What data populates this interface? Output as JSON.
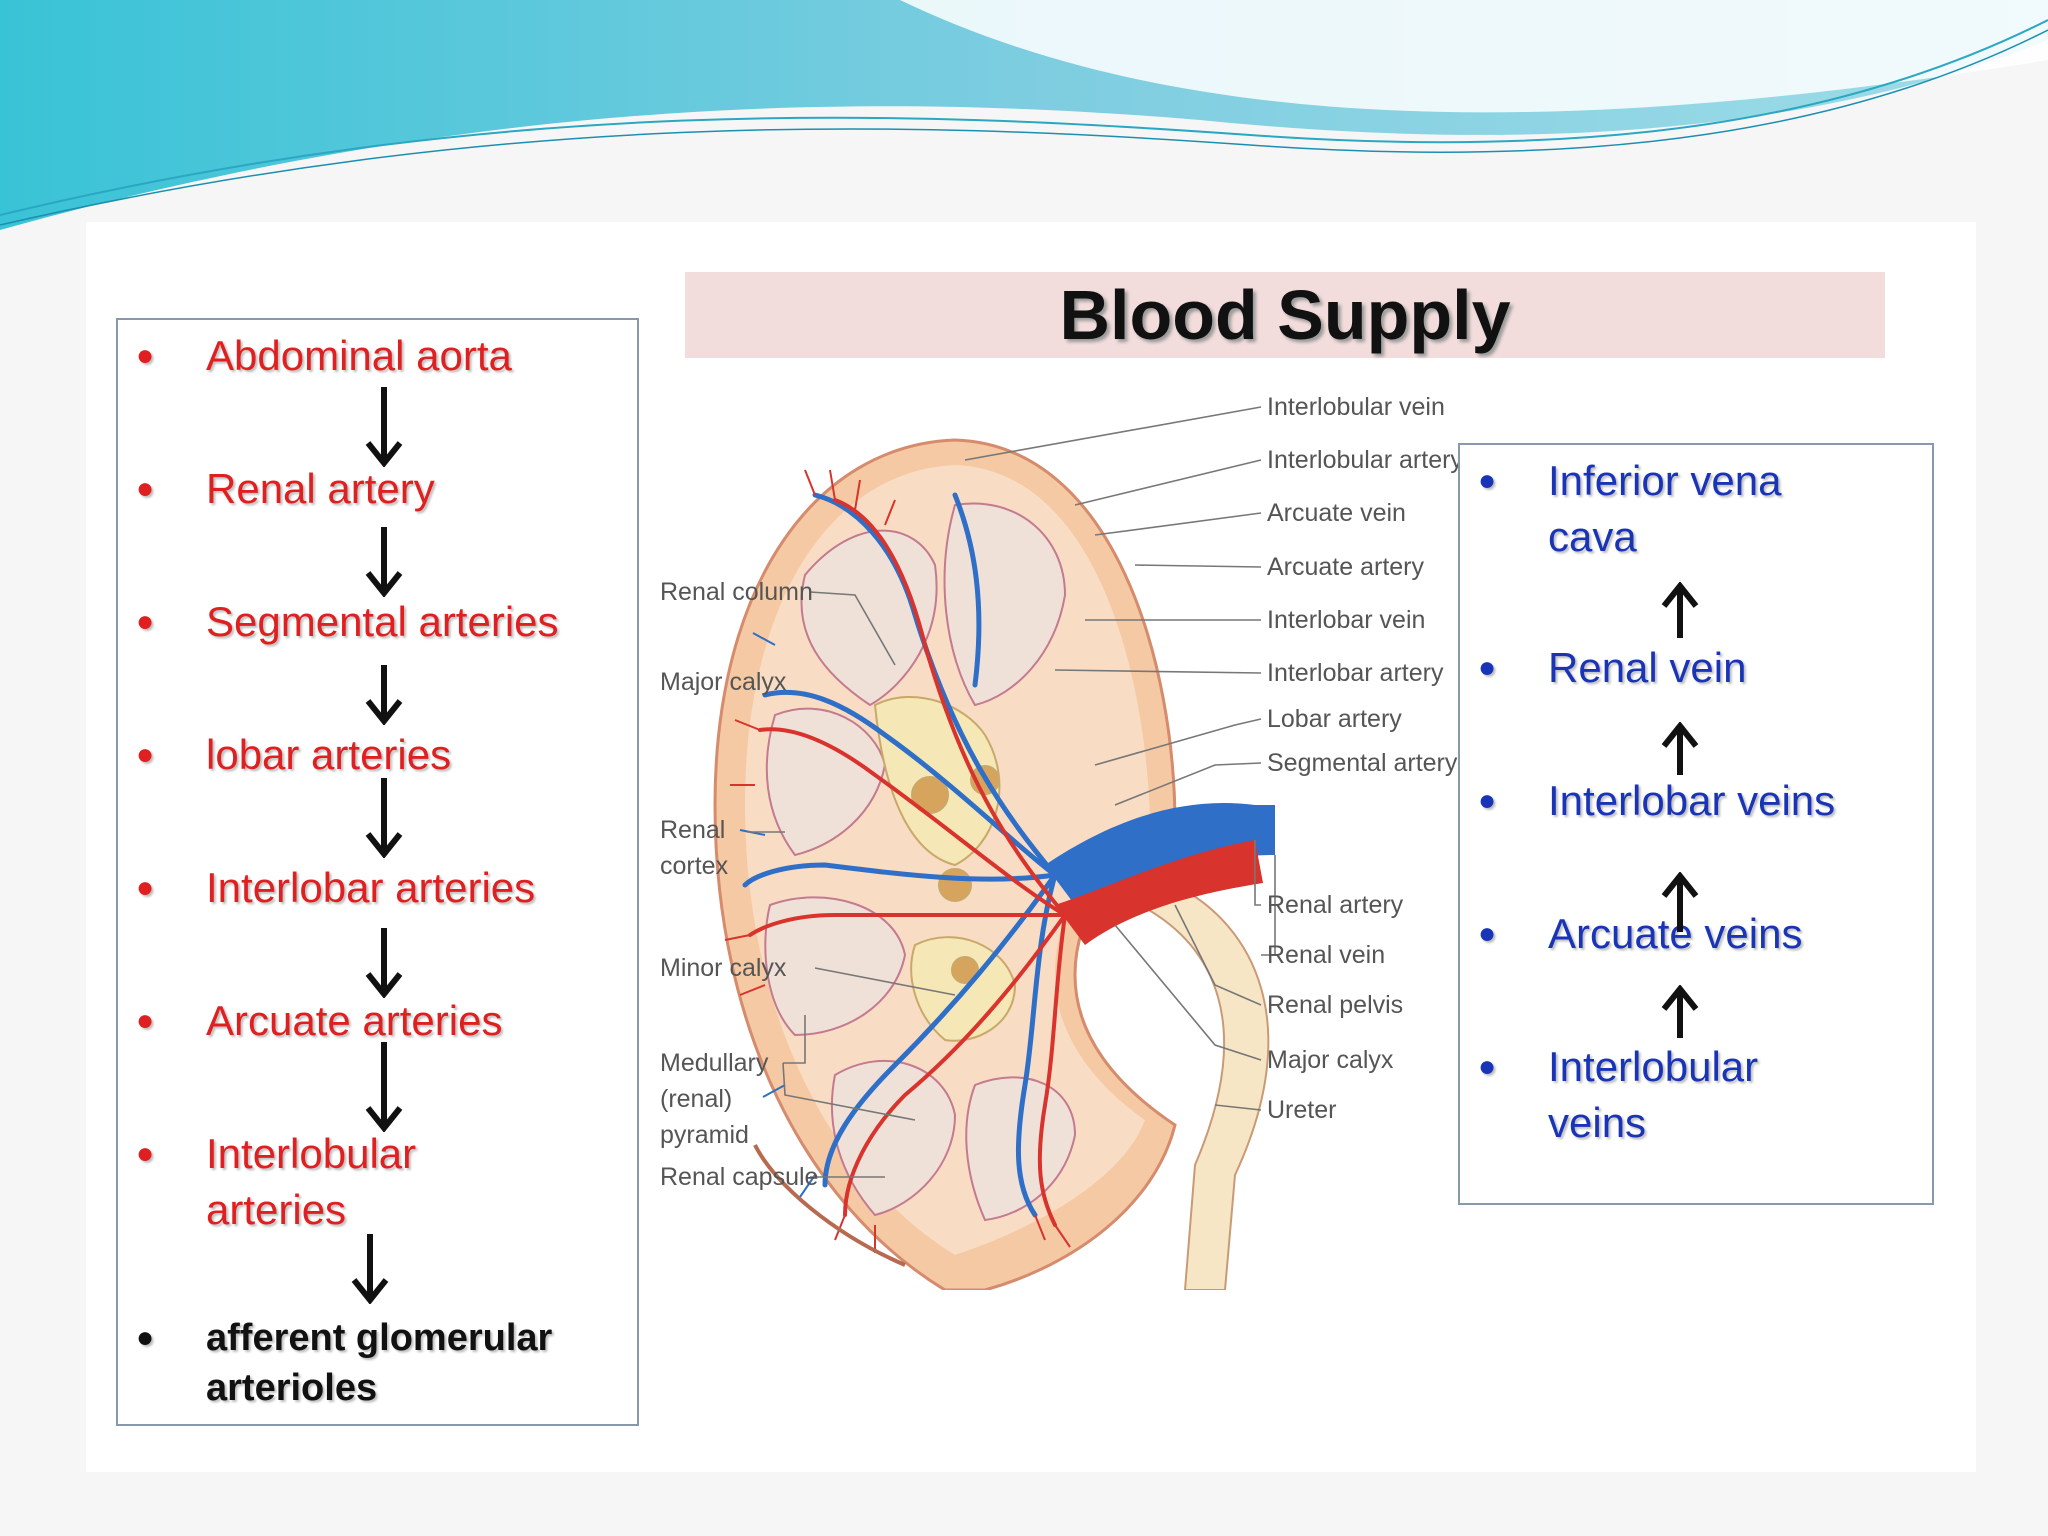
{
  "title": "Blood Supply",
  "arteries": [
    {
      "label": "Abdominal aorta"
    },
    {
      "label": "Renal artery"
    },
    {
      "label": "Segmental arteries"
    },
    {
      "label": "lobar arteries"
    },
    {
      "label": "Interlobar arteries"
    },
    {
      "label": "Arcuate arteries"
    },
    {
      "label": "Interlobular",
      "label2": "arteries"
    },
    {
      "label": "afferent glomerular",
      "label2": "arterioles"
    }
  ],
  "veins": [
    {
      "label": "Inferior vena",
      "label2": "cava"
    },
    {
      "label": "Renal vein"
    },
    {
      "label": "Interlobar veins"
    },
    {
      "label": "Arcuate veins"
    },
    {
      "label": "Interlobular",
      "label2": "veins"
    }
  ],
  "diagram_labels": {
    "interlobular_vein": "Interlobular vein",
    "interlobular_artery": "Interlobular artery",
    "arcuate_vein": "Arcuate vein",
    "arcuate_artery": "Arcuate artery",
    "interlobar_vein": "Interlobar vein",
    "interlobar_artery": "Interlobar artery",
    "lobar_artery": "Lobar artery",
    "segmental_artery": "Segmental artery",
    "renal_artery": "Renal artery",
    "renal_vein": "Renal vein",
    "renal_pelvis": "Renal pelvis",
    "major_calyx_right": "Major calyx",
    "ureter": "Ureter",
    "renal_column": "Renal column",
    "major_calyx_left": "Major calyx",
    "renal_cortex_1": "Renal",
    "renal_cortex_2": "cortex",
    "minor_calyx": "Minor calyx",
    "medullary_1": "Medullary",
    "medullary_2": "(renal)",
    "medullary_3": "pyramid",
    "renal_capsule": "Renal capsule"
  },
  "colors": {
    "artery_text": "#e02020",
    "vein_text": "#1a34b8",
    "artery_vessel": "#d8332c",
    "vein_vessel": "#2f6fc7",
    "title_band": "#f3dcdc"
  },
  "icons": {
    "flow_down": "arrow-down-icon",
    "flow_up": "arrow-up-icon",
    "bullet": "bullet-icon"
  }
}
